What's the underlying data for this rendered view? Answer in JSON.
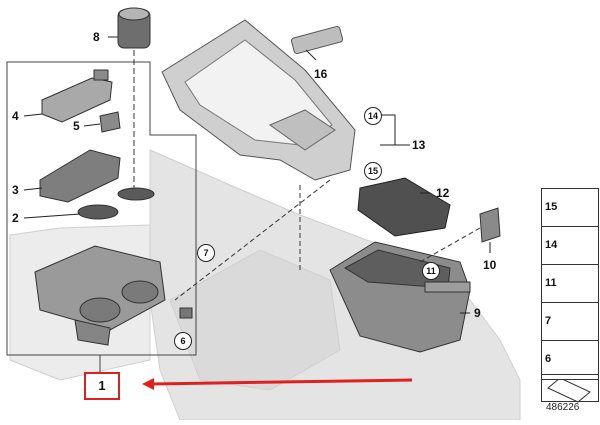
{
  "diagram": {
    "part_numbers": {
      "p1": "1",
      "p2": "2",
      "p3": "3",
      "p4": "4",
      "p5": "5",
      "p6": "6",
      "p7": "7",
      "p8": "8",
      "p9": "9",
      "p10": "10",
      "p11": "11",
      "p12": "12",
      "p13": "13",
      "p14": "14",
      "p15": "15",
      "p16": "16"
    },
    "legend": [
      "15",
      "14",
      "11",
      "7",
      "6"
    ],
    "diagram_id": "486226",
    "colors": {
      "highlight": "#e0201e",
      "part_gray": "#8a8a8a",
      "ghost": "#dcdcdc"
    }
  }
}
